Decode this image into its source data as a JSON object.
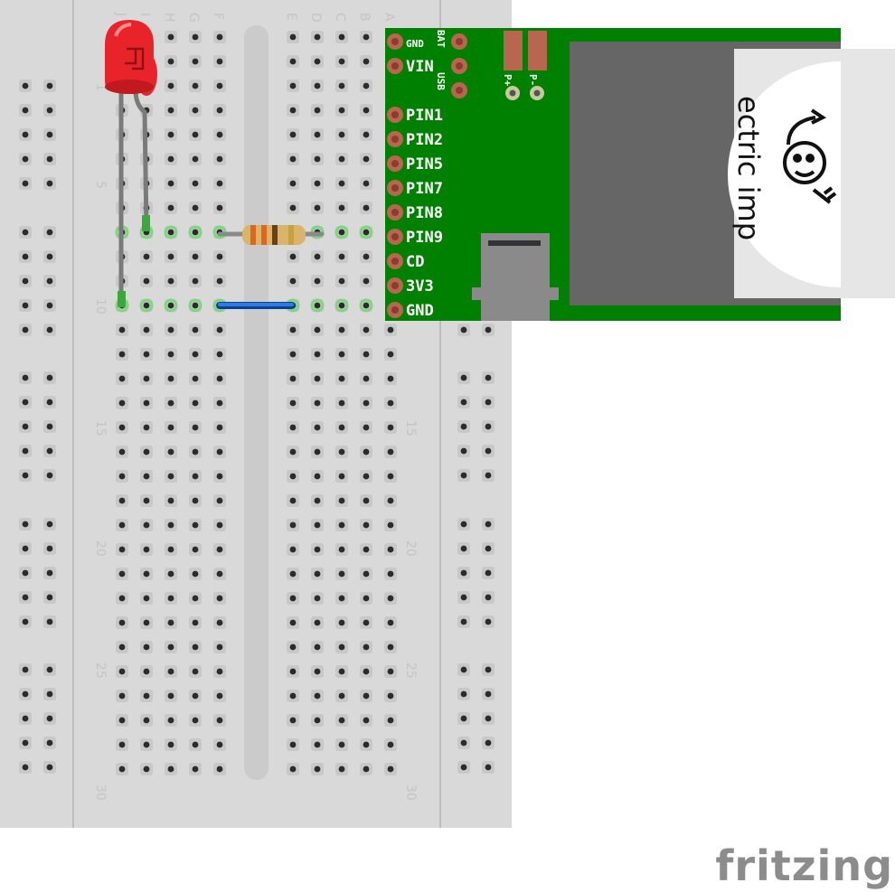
{
  "breadboard": {
    "column_letters_left": [
      "J",
      "I",
      "H",
      "G",
      "F"
    ],
    "column_letters_right": [
      "E",
      "D",
      "C",
      "B",
      "A"
    ],
    "row_numbers": [
      "1",
      "5",
      "10",
      "15",
      "20",
      "25",
      "30"
    ]
  },
  "board": {
    "top_pins": [
      "GND",
      "VIN"
    ],
    "top_side_labels": [
      "BAT",
      "USB"
    ],
    "pins": [
      "PIN1",
      "PIN2",
      "PIN5",
      "PIN7",
      "PIN8",
      "PIN9",
      "CD",
      "3V3",
      "GND"
    ],
    "pad_labels": [
      "P+",
      "P-"
    ],
    "card_text": "ectric imp"
  },
  "brand": "fritzing",
  "colors": {
    "board_green": "#008000",
    "breadboard": "#d9d9d9",
    "led_red": "#e8242a",
    "wire_blue": "#1a5cc7",
    "pin_copper": "#b8664f"
  }
}
